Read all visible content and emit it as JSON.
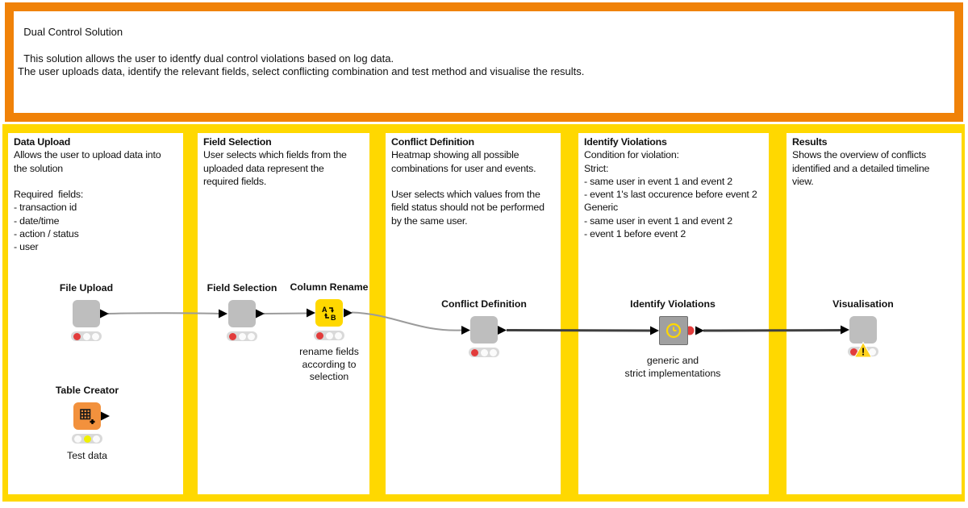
{
  "header": {
    "title": "Dual Control Solution",
    "description": "This solution allows the user to identfy dual control violations based on log data.\nThe user uploads data, identify the relevant fields, select conflicting combination and test method and visualise the results."
  },
  "panels": [
    {
      "title": "Data Upload",
      "body": "Allows the user to upload data into\nthe solution\n\nRequired  fields:\n- transaction id\n- date/time\n- action / status\n- user"
    },
    {
      "title": "Field Selection",
      "body": "User selects which fields from the\nuploaded data represent the\nrequired fields."
    },
    {
      "title": "Conflict Definition",
      "body": "Heatmap showing all possible\ncombinations for user and events.\n\nUser selects which values from the\nfield status should not be performed\nby the same user."
    },
    {
      "title": "Identify Violations",
      "body": "Condition for violation:\nStrict:\n- same user in event 1 and event 2\n- event 1's last occurence before event 2\nGeneric\n- same user in event 1 and event 2\n- event 1 before event 2"
    },
    {
      "title": "Results",
      "body": "Shows the overview of conflicts\nidentified and a detailed timeline\nview."
    }
  ],
  "nodes": [
    {
      "label": "File Upload",
      "status": "not-executed-red"
    },
    {
      "label": "Table Creator",
      "sublabel": "Test data",
      "status": "configured-yellow",
      "icon": "table-plus-icon"
    },
    {
      "label": "Field Selection",
      "status": "not-executed-red"
    },
    {
      "label": "Column Rename",
      "sublabel": "rename fields\naccording to\nselection",
      "status": "not-executed-red",
      "icon": "column-rename-ab-icon"
    },
    {
      "label": "Conflict Definition",
      "status": "not-executed-red"
    },
    {
      "label": "Identify Violations",
      "sublabel": "generic and\nstrict implementations",
      "status": "none",
      "icon": "clock-icon"
    },
    {
      "label": "Visualisation",
      "status": "red-with-warning",
      "icon": "warning-icon"
    }
  ],
  "colors": {
    "annotation_border_orange": "#F08208",
    "background_yellow": "#FFD800",
    "node_gray": "#BEBEBE",
    "node_orange": "#F2913D",
    "node_yellow": "#FFD800",
    "component_gray": "#A0A0A0",
    "status_red": "#E23C3C",
    "status_yellow": "#F0F000",
    "line_light": "#9B9B9B",
    "line_dark": "#3F3F3F",
    "warning_yellow": "#FFD21E"
  }
}
